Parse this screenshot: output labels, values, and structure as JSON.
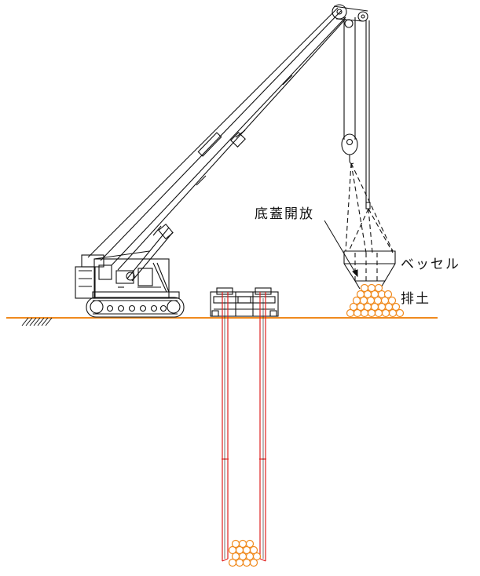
{
  "labels": {
    "bottom_lid_open": "底蓋開放",
    "vessel": "ベッセル",
    "soil_discharge": "排土"
  },
  "colors": {
    "line": "#111111",
    "ground": "#f08a1e",
    "soil": "#f08a1e",
    "casing": "#e0201e"
  }
}
